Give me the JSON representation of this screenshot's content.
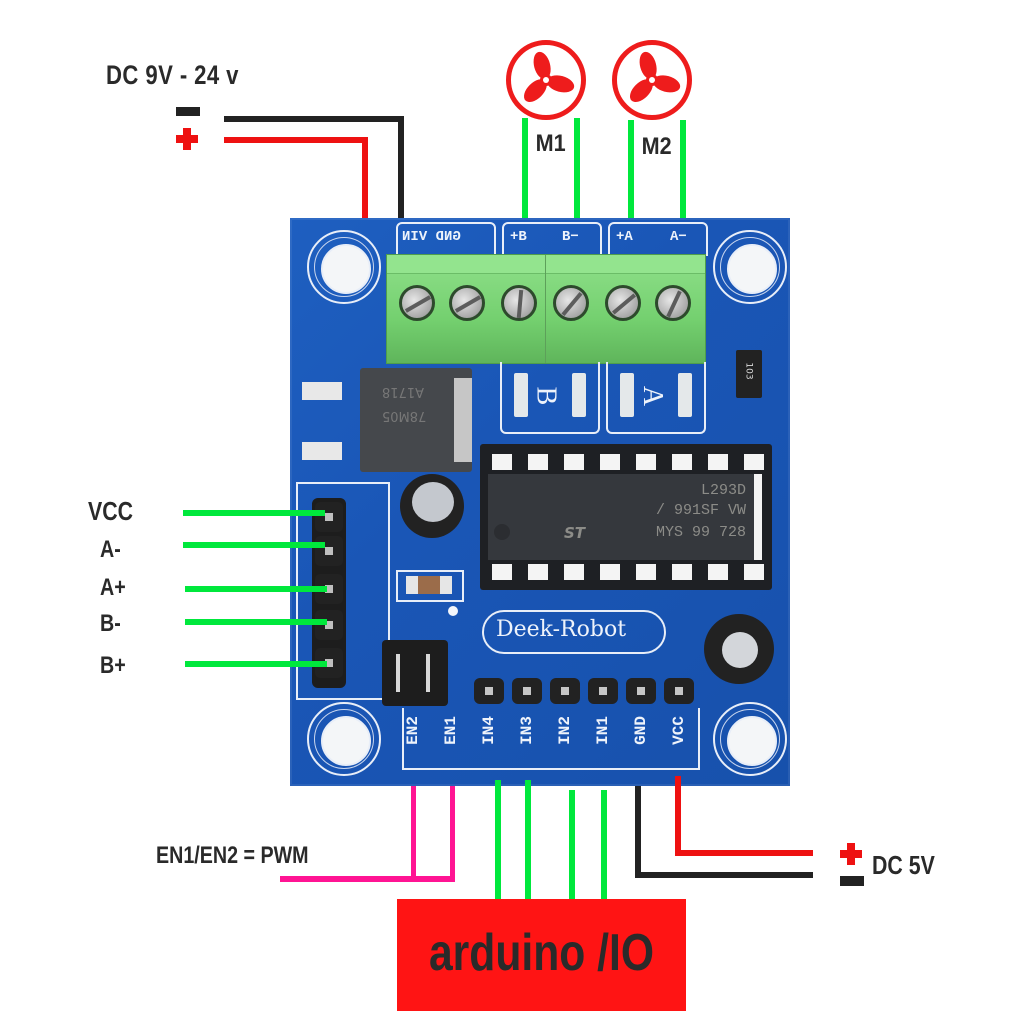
{
  "title": "Deek-Robot L293D Motor Driver Wiring",
  "power_in": {
    "label": "DC 9V - 24 v",
    "minus_symbol": "−",
    "plus_symbol": "+"
  },
  "motors": [
    {
      "label": "M1",
      "icon": "fan-icon"
    },
    {
      "label": "M2",
      "icon": "fan-icon"
    }
  ],
  "terminal_block": {
    "labels": [
      "GND VIN",
      "+B",
      "B−",
      "+A",
      "A−"
    ]
  },
  "left_header": {
    "pins": [
      "VCC",
      "A-",
      "A+",
      "B-",
      "B+"
    ]
  },
  "board": {
    "brand": "Deek-Robot",
    "chip_lines": [
      "L293D",
      "/ 991SF VW",
      "MYS 99 728"
    ],
    "regulator_lines": [
      "A1718",
      "78M05"
    ],
    "resistor_array": "103",
    "led_labels": [
      "B",
      "A"
    ]
  },
  "bottom_header": {
    "pins": [
      "EN2",
      "EN1",
      "IN4",
      "IN3",
      "IN2",
      "IN1",
      "GND",
      "VCC"
    ]
  },
  "pwm_note": "EN1/EN2 = PWM",
  "logic_power": {
    "label": "DC 5V",
    "plus_symbol": "+",
    "minus_symbol": "−"
  },
  "arduino_box": {
    "label": "arduino /IO"
  },
  "colors": {
    "wire_green": "#00e83c",
    "wire_red": "#ee1111",
    "wire_black": "#222222",
    "wire_pink": "#ff1493",
    "board_blue": "#1a56b6",
    "arduino_box": "#ff1414"
  }
}
